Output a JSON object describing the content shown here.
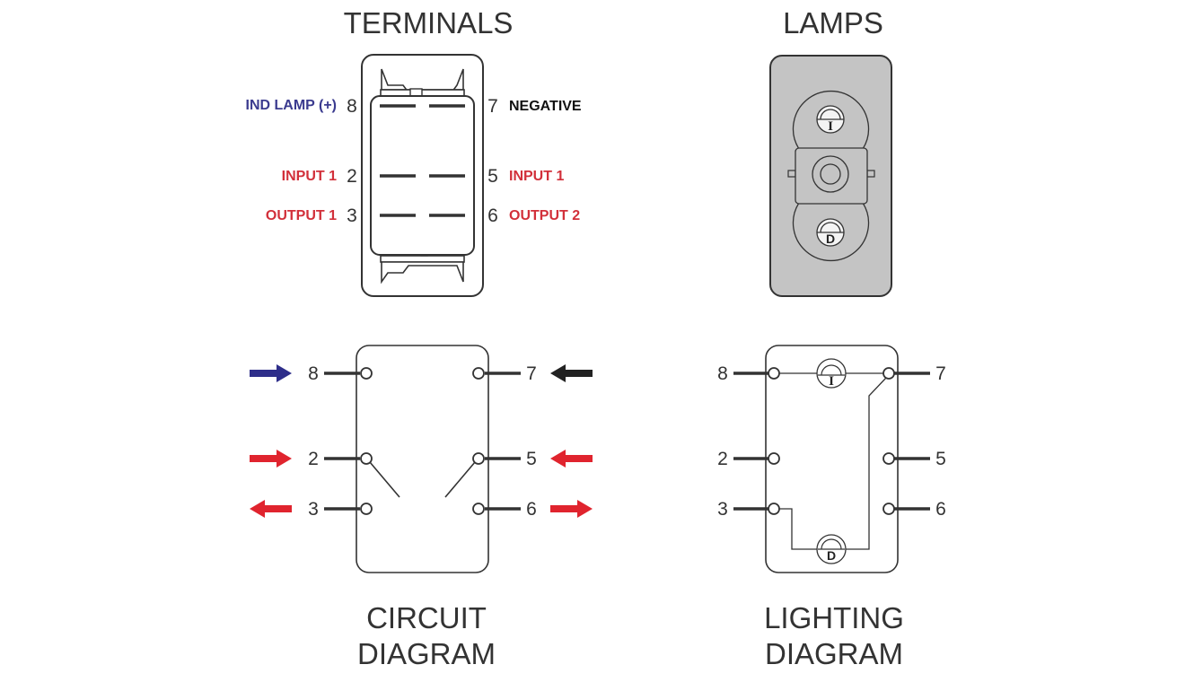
{
  "titles": {
    "terminals": "TERMINALS",
    "lamps": "LAMPS",
    "circuit_line1": "CIRCUIT",
    "circuit_line2": "DIAGRAM",
    "lighting_line1": "LIGHTING",
    "lighting_line2": "DIAGRAM"
  },
  "terminals": {
    "left": [
      {
        "pin": "8",
        "label": "IND LAMP (+)",
        "color": "#3b3b8f"
      },
      {
        "pin": "2",
        "label": "INPUT 1",
        "color": "#d2303a"
      },
      {
        "pin": "3",
        "label": "OUTPUT 1",
        "color": "#d2303a"
      }
    ],
    "right": [
      {
        "pin": "7",
        "label": "NEGATIVE",
        "color": "#111111"
      },
      {
        "pin": "5",
        "label": "INPUT 1",
        "color": "#d2303a"
      },
      {
        "pin": "6",
        "label": "OUTPUT 2",
        "color": "#d2303a"
      }
    ]
  },
  "lamps": {
    "top_letter": "I",
    "bottom_letter": "D",
    "body_color": "#c4c4c4"
  },
  "circuit": {
    "pins": {
      "p8": "8",
      "p2": "2",
      "p3": "3",
      "p7": "7",
      "p5": "5",
      "p6": "6"
    },
    "arrows": [
      {
        "pin": "8",
        "direction": "in",
        "color": "#2e2e8a"
      },
      {
        "pin": "2",
        "direction": "in",
        "color": "#e0242e"
      },
      {
        "pin": "3",
        "direction": "out",
        "color": "#e0242e"
      },
      {
        "pin": "7",
        "direction": "in",
        "color": "#222222"
      },
      {
        "pin": "5",
        "direction": "in",
        "color": "#e0242e"
      },
      {
        "pin": "6",
        "direction": "out",
        "color": "#e0242e"
      }
    ]
  },
  "lighting": {
    "pins": {
      "p8": "8",
      "p2": "2",
      "p3": "3",
      "p7": "7",
      "p5": "5",
      "p6": "6"
    },
    "lamp_top_letter": "I",
    "lamp_bottom_letter": "D"
  }
}
